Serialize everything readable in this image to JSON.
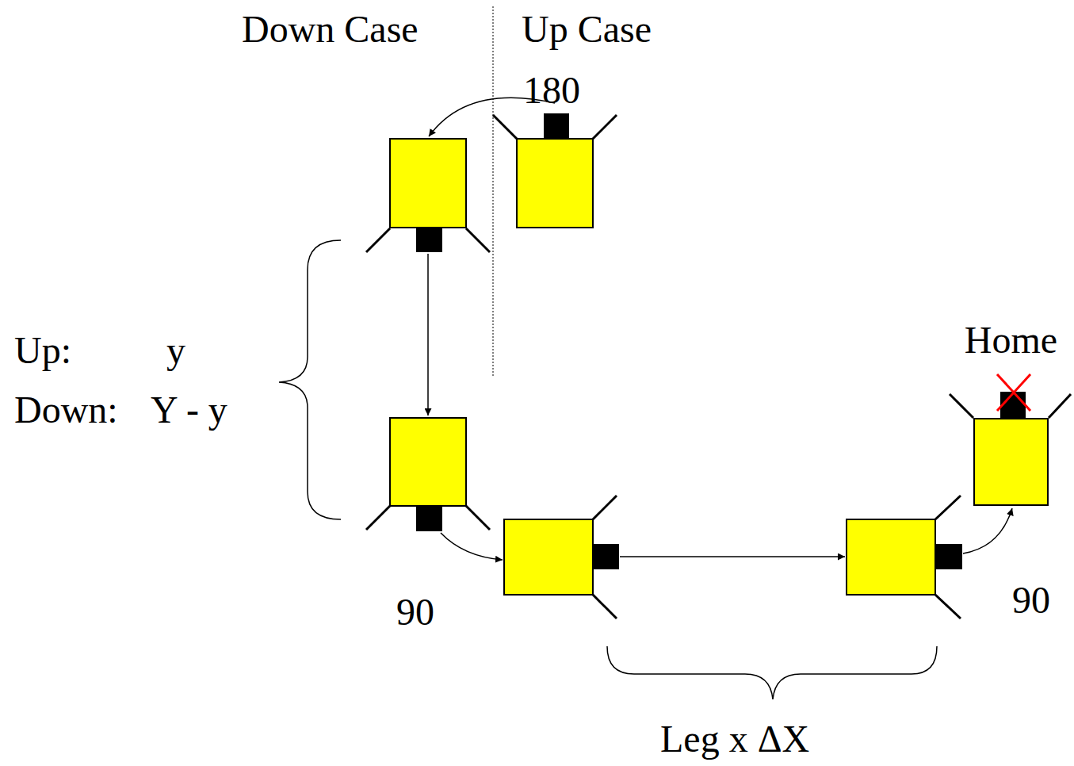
{
  "diagram": {
    "nodes": [
      {
        "text": [
          "Home"
        ]
      }
    ],
    "labels": [
      "Down Case",
      "Up Case",
      "180",
      "Up:",
      "y",
      "Down:",
      "Y - y",
      "90",
      "90",
      "Leg x ΔX"
    ]
  }
}
